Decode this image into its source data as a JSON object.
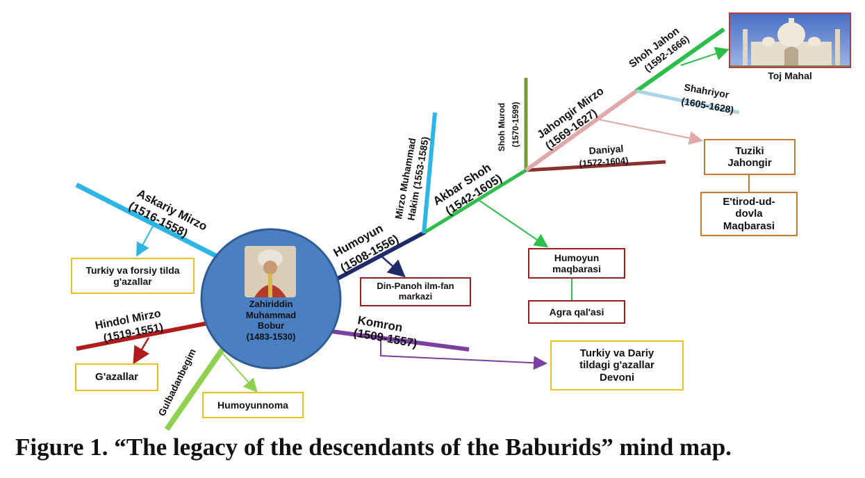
{
  "center": {
    "name_line1": "Zahiriddin",
    "name_line2": "Muhammad",
    "name_line3": "Bobur",
    "years": "(1483-1530)"
  },
  "branches": {
    "askariy": {
      "name": "Askariy Mirzo",
      "years": "(1516-1558)"
    },
    "hindol": {
      "name": "Hindol Mirzo",
      "years": "(1519-1551)"
    },
    "gulbadan": {
      "name": "Gulbadanbegim"
    },
    "humoyun": {
      "name": "Humoyun",
      "years": "(1508-1556)"
    },
    "komron": {
      "name": "Komron",
      "years": "(1509-1557)"
    },
    "mirzo_muhammad_hakim": {
      "name_line1": "Mirzo Muhammad",
      "name_line2": "Hakim (1553-1585)"
    },
    "akbar": {
      "name": "Akbar Shoh",
      "years": "(1542-1605)"
    },
    "shoh_murod": {
      "name": "Shoh Murod",
      "years": "(1570-1599)"
    },
    "daniyal": {
      "name": "Daniyal",
      "years": "(1572-1604)"
    },
    "jahongir": {
      "name": "Jahongir Mirzo",
      "years": "(1569-1627)"
    },
    "shoh_jahon": {
      "name": "Shoh Jahon",
      "years": "(1592-1666)"
    },
    "shahriyor": {
      "name": "Shahriyor",
      "years": "(1605-1628)"
    }
  },
  "boxes": {
    "askariy_work": {
      "line1": "Turkiy va forsiy tilda",
      "line2": "g'azallar"
    },
    "hindol_work": {
      "line1": "G'azallar"
    },
    "gulbadan_work": {
      "line1": "Humoyunnoma"
    },
    "humoyun_work": {
      "line1": "Din-Panoh ilm-fan",
      "line2": "markazi"
    },
    "komron_work": {
      "line1": "Turkiy va Dariy",
      "line2": "tildagi g'azallar",
      "line3": "Devoni"
    },
    "akbar_work1": {
      "line1": "Humoyun",
      "line2": "maqbarasi"
    },
    "akbar_work2": {
      "line1": "Agra qal'asi"
    },
    "jahongir_work1": {
      "line1": "Tuziki",
      "line2": "Jahongir"
    },
    "jahongir_work2": {
      "line1": "E'tirod-ud-",
      "line2": "dovla",
      "line3": "Maqbarasi"
    },
    "taj": {
      "label": "Toj Mahal"
    }
  },
  "caption": "Figure 1. “The legacy of the descendants of the Baburids” mind map.",
  "colors": {
    "askariy": "#2bb6e6",
    "hindol": "#b01c1c",
    "gulbadan": "#8fd14f",
    "humoyun": "#1f2a6b",
    "komron": "#7b3fa0",
    "mirzo_hakim": "#2bb6e6",
    "akbar": "#2bbf4a",
    "shoh_murod": "#7a9a3a",
    "daniyal": "#8a3030",
    "jahongir": "#e0a8a8",
    "shoh_jahon": "#2bbf4a",
    "shahriyor": "#a8d4e8",
    "center_fill": "#4a7fc1",
    "center_stroke": "#2f5c94"
  }
}
